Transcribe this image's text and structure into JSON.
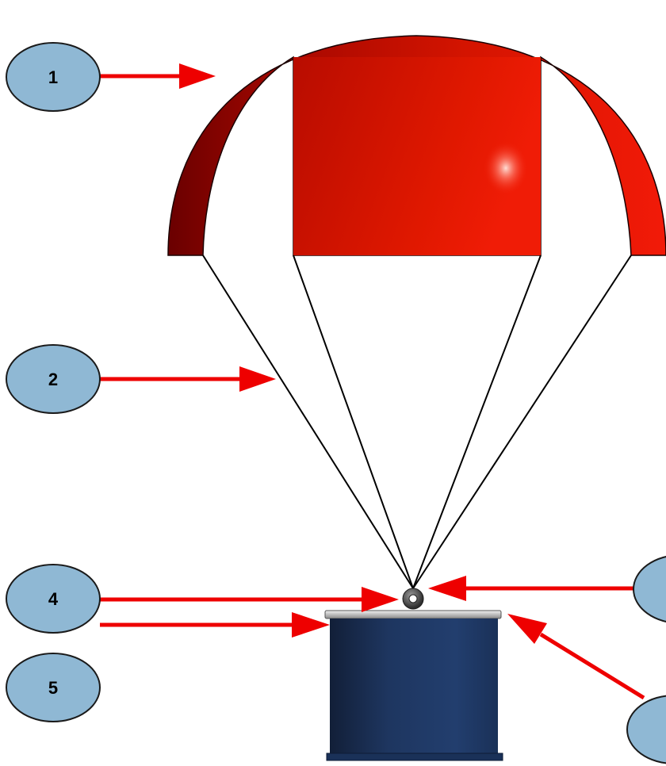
{
  "callouts": [
    {
      "id": "canopy",
      "label": "1"
    },
    {
      "id": "suspension-lines",
      "label": "2"
    },
    {
      "id": "swivel-ring-right",
      "label": ""
    },
    {
      "id": "swivel-ring",
      "label": "4"
    },
    {
      "id": "payload-canister",
      "label": "5"
    },
    {
      "id": "canister-lid",
      "label": ""
    }
  ],
  "colors": {
    "callout_fill": "#8fb8d4",
    "callout_stroke": "#1a1a1a",
    "arrow": "#ee0000",
    "canopy_dark": "#6a0000",
    "canopy_mid": "#c80e00",
    "canopy_light": "#f21a08",
    "canister_dark": "#152a4c",
    "canister_light": "#223e6e",
    "line": "#000000"
  }
}
